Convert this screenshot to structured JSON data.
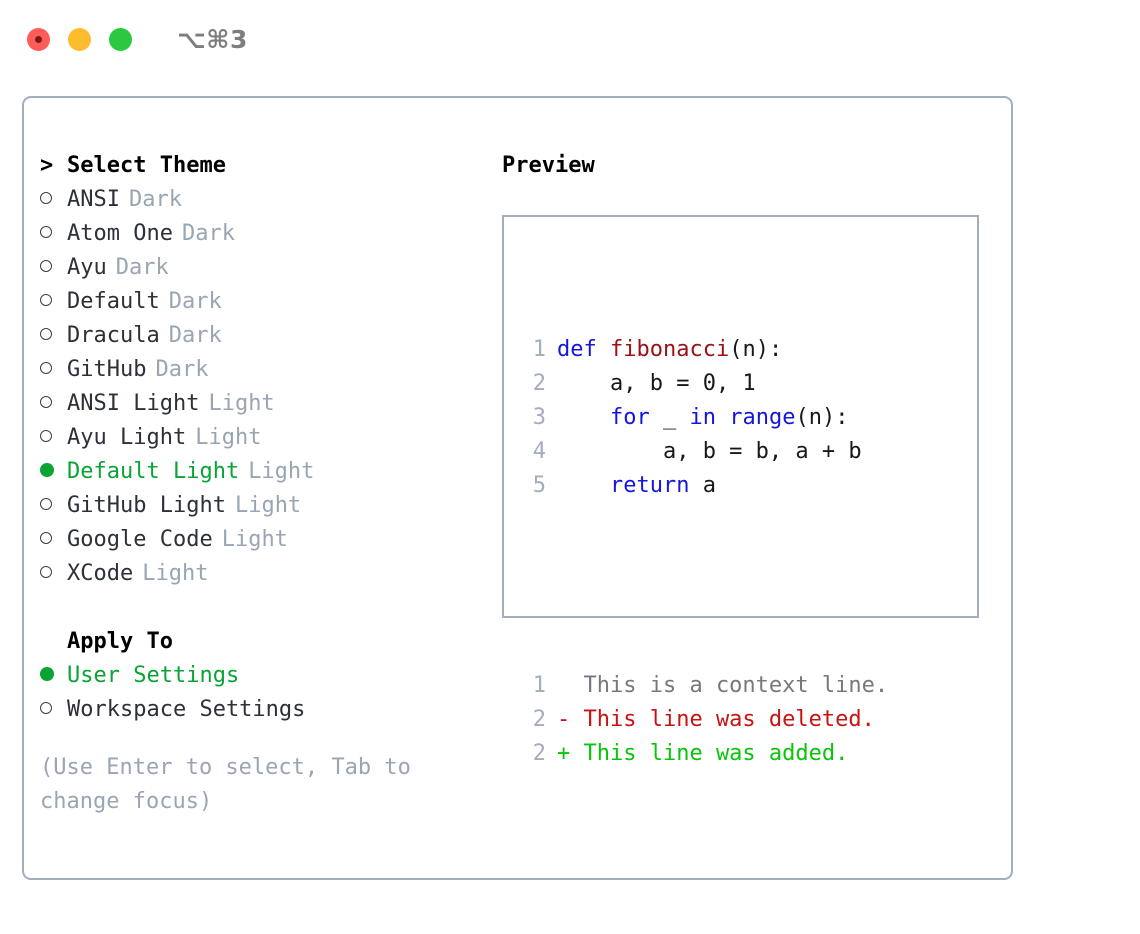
{
  "titlebar": {
    "shortcut": "⌥⌘3",
    "buttons": [
      {
        "name": "close",
        "color": "#fc5d58"
      },
      {
        "name": "minimize",
        "color": "#fdbc2e"
      },
      {
        "name": "maximize",
        "color": "#2bc940"
      }
    ]
  },
  "theme_picker": {
    "caret": ">",
    "title": "Select Theme",
    "bullet_selected": "●",
    "bullet_unselected": "○",
    "items": [
      {
        "label": "ANSI",
        "tag": "Dark",
        "selected": false
      },
      {
        "label": "Atom One",
        "tag": "Dark",
        "selected": false
      },
      {
        "label": "Ayu",
        "tag": "Dark",
        "selected": false
      },
      {
        "label": "Default",
        "tag": "Dark",
        "selected": false
      },
      {
        "label": "Dracula",
        "tag": "Dark",
        "selected": false
      },
      {
        "label": "GitHub",
        "tag": "Dark",
        "selected": false
      },
      {
        "label": "ANSI Light",
        "tag": "Light",
        "selected": false
      },
      {
        "label": "Ayu Light",
        "tag": "Light",
        "selected": false
      },
      {
        "label": "Default Light",
        "tag": "Light",
        "selected": true
      },
      {
        "label": "GitHub Light",
        "tag": "Light",
        "selected": false
      },
      {
        "label": "Google Code",
        "tag": "Light",
        "selected": false
      },
      {
        "label": "XCode",
        "tag": "Light",
        "selected": false
      }
    ]
  },
  "apply_to": {
    "title": "Apply To",
    "items": [
      {
        "label": "User Settings",
        "selected": true
      },
      {
        "label": "Workspace Settings",
        "selected": false
      }
    ]
  },
  "hint": "(Use Enter to select, Tab to change focus)",
  "preview": {
    "title": "Preview",
    "code_lines": [
      {
        "num": "1",
        "tokens": [
          {
            "text": "def ",
            "kind": "kw"
          },
          {
            "text": "fibonacci",
            "kind": "fn"
          },
          {
            "text": "(n):",
            "kind": "plain"
          }
        ]
      },
      {
        "num": "2",
        "tokens": [
          {
            "text": "    a, b = 0, 1",
            "kind": "plain"
          }
        ]
      },
      {
        "num": "3",
        "tokens": [
          {
            "text": "    ",
            "kind": "plain"
          },
          {
            "text": "for",
            "kind": "kw"
          },
          {
            "text": " _ ",
            "kind": "plain"
          },
          {
            "text": "in",
            "kind": "kw"
          },
          {
            "text": " ",
            "kind": "plain"
          },
          {
            "text": "range",
            "kind": "kw"
          },
          {
            "text": "(n):",
            "kind": "plain"
          }
        ]
      },
      {
        "num": "4",
        "tokens": [
          {
            "text": "        a, b = b, a + b",
            "kind": "plain"
          }
        ]
      },
      {
        "num": "5",
        "tokens": [
          {
            "text": "    ",
            "kind": "plain"
          },
          {
            "text": "return",
            "kind": "kw"
          },
          {
            "text": " a",
            "kind": "plain"
          }
        ]
      }
    ],
    "diff_lines": [
      {
        "num": "1",
        "text": "  This is a context line.",
        "kind": "ctx"
      },
      {
        "num": "2",
        "text": "- This line was deleted.",
        "kind": "del"
      },
      {
        "num": "2",
        "text": "+ This line was added.",
        "kind": "add"
      }
    ]
  },
  "colors": {
    "accent_green": "#09a434",
    "muted": "#9aa5b4",
    "border": "#a3adbb",
    "keyword": "#1515e0",
    "function": "#9c1016",
    "diff_add": "#0ac40a",
    "diff_del": "#c91212"
  }
}
